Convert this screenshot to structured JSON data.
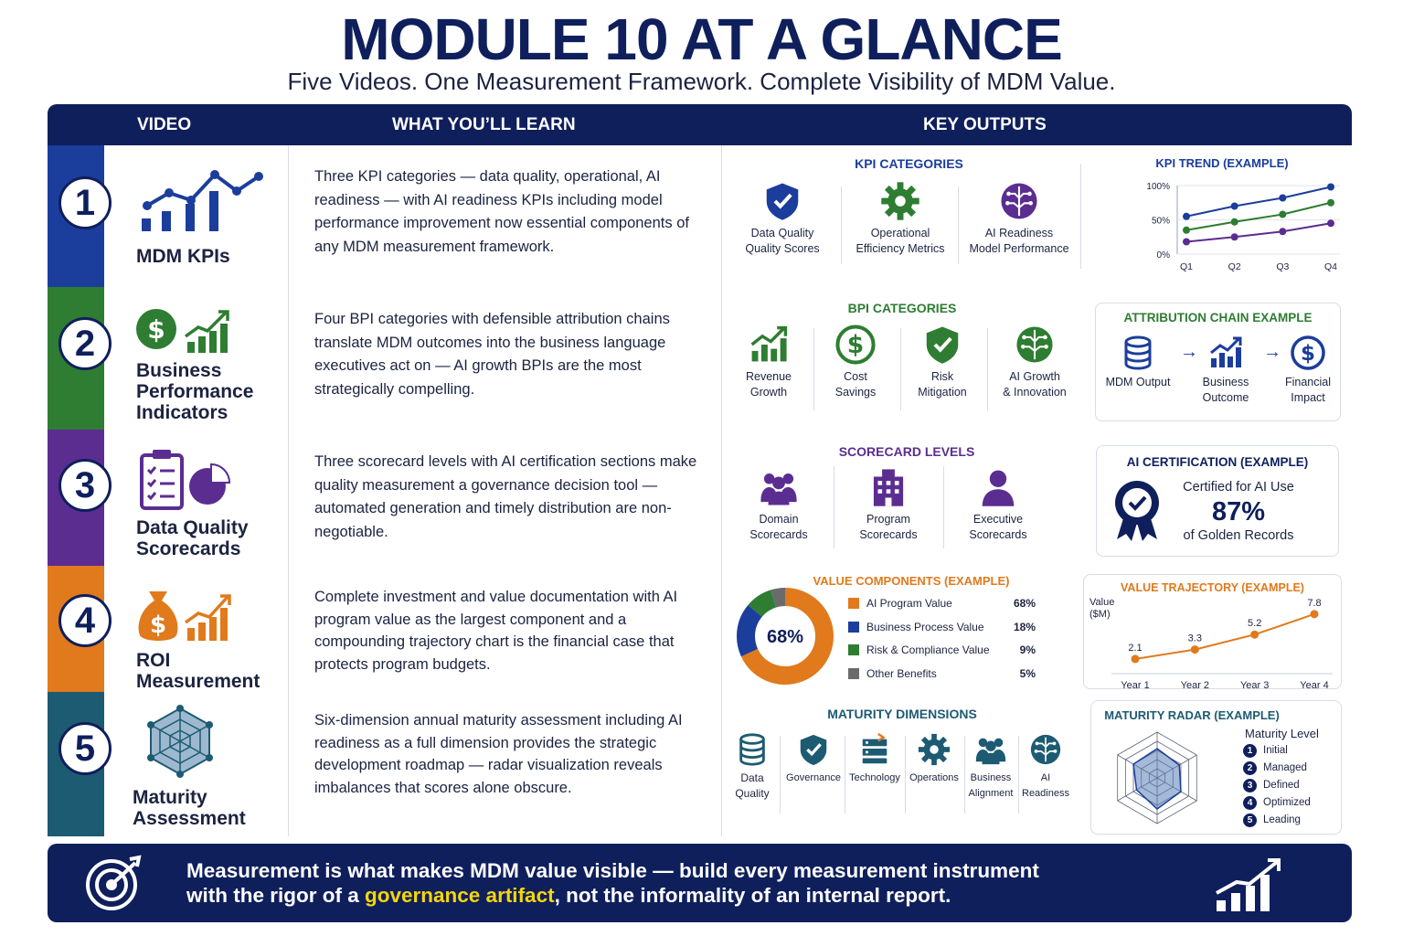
{
  "title": "MODULE 10 AT A GLANCE",
  "subtitle": "Five Videos. One Measurement Framework. Complete Visibility of MDM Value.",
  "header": {
    "video": "VIDEO",
    "learn": "WHAT YOU’LL LEARN",
    "outputs": "KEY OUTPUTS"
  },
  "colors": {
    "navy": "#0f1f5c",
    "blue": "#1b3d9c",
    "green": "#2e7d32",
    "purple": "#5b2d91",
    "orange": "#e07a1c",
    "teal": "#1d5b73",
    "yellow": "#f5d60a"
  },
  "rows": [
    {
      "number": "1",
      "name": "MDM KPIs",
      "icon": "kpi-trend-icon",
      "color": "#1b3d9c",
      "learn": "Three KPI categories — data quality, operational, AI readiness — with AI readiness KPIs including model performance improvement now essential components of any MDM measurement framework.",
      "section_title": "KPI CATEGORIES",
      "items": [
        {
          "icon": "shield-check-icon",
          "line1": "Data Quality",
          "line2": "Quality Scores"
        },
        {
          "icon": "gear-icon",
          "line1": "Operational",
          "line2": "Efficiency Metrics"
        },
        {
          "icon": "brain-icon",
          "line1": "AI Readiness",
          "line2": "Model Performance"
        }
      ],
      "trend": {
        "title": "KPI TREND (EXAMPLE)",
        "yticks": [
          "100%",
          "50%",
          "0%"
        ],
        "xticks": [
          "Q1",
          "Q2",
          "Q3",
          "Q4"
        ]
      }
    },
    {
      "number": "2",
      "name_lines": [
        "Business",
        "Performance",
        "Indicators"
      ],
      "icon": "dollar-growth-icon",
      "color": "#2e7d32",
      "learn": "Four BPI categories with defensible attribution chains translate MDM outcomes into the business language executives act on — AI growth BPIs are the most strategically compelling.",
      "section_title": "BPI CATEGORIES",
      "items": [
        {
          "icon": "growth-chart-icon",
          "line1": "Revenue",
          "line2": "Growth"
        },
        {
          "icon": "dollar-icon",
          "line1": "Cost",
          "line2": "Savings"
        },
        {
          "icon": "shield-check-icon",
          "line1": "Risk",
          "line2": "Mitigation"
        },
        {
          "icon": "brain-icon",
          "line1": "AI Growth",
          "line2": "& Innovation"
        }
      ],
      "attribution": {
        "title": "ATTRIBUTION CHAIN EXAMPLE",
        "steps": [
          {
            "icon": "database-icon",
            "line1": "MDM Output",
            "line2": ""
          },
          {
            "icon": "growth-chart-icon",
            "line1": "Business",
            "line2": "Outcome"
          },
          {
            "icon": "dollar-icon",
            "line1": "Financial",
            "line2": "Impact"
          }
        ]
      }
    },
    {
      "number": "3",
      "name_lines": [
        "Data Quality",
        "Scorecards"
      ],
      "icon": "clipboard-pie-icon",
      "color": "#5b2d91",
      "learn": "Three scorecard levels with AI certification sections make quality measurement a governance decision tool — automated generation and timely distribution are non-negotiable.",
      "section_title": "SCORECARD LEVELS",
      "items": [
        {
          "icon": "group-icon",
          "line1": "Domain",
          "line2": "Scorecards"
        },
        {
          "icon": "building-icon",
          "line1": "Program",
          "line2": "Scorecards"
        },
        {
          "icon": "person-icon",
          "line1": "Executive",
          "line2": "Scorecards"
        }
      ],
      "certification": {
        "title": "AI CERTIFICATION (EXAMPLE)",
        "label": "Certified for AI Use",
        "value": "87%",
        "caption": "of Golden Records"
      }
    },
    {
      "number": "4",
      "name_lines": [
        "ROI",
        "Measurement"
      ],
      "icon": "money-bag-growth-icon",
      "color": "#e07a1c",
      "learn": "Complete investment and value documentation with AI program value as the largest component and a compounding trajectory chart is the financial case that protects program budgets.",
      "donut": {
        "title": "VALUE COMPONENTS (EXAMPLE)",
        "center": "68%",
        "components": [
          {
            "label": "AI Program Value",
            "value": "68%",
            "fraction": 0.68,
            "color": "#e07a1c"
          },
          {
            "label": "Business Process Value",
            "value": "18%",
            "fraction": 0.18,
            "color": "#1b3d9c"
          },
          {
            "label": "Risk & Compliance Value",
            "value": "9%",
            "fraction": 0.09,
            "color": "#2e7d32"
          },
          {
            "label": "Other Benefits",
            "value": "5%",
            "fraction": 0.05,
            "color": "#6b6b6b"
          }
        ]
      },
      "trajectory": {
        "title": "VALUE TRAJECTORY (EXAMPLE)",
        "ylabel": "Value\n($M)"
      }
    },
    {
      "number": "5",
      "name_lines": [
        "Maturity",
        "Assessment"
      ],
      "icon": "radar-icon",
      "color": "#1d5b73",
      "learn": "Six-dimension annual maturity assessment including AI readiness as a full dimension provides the strategic development roadmap — radar visualization reveals imbalances that scores alone obscure.",
      "section_title": "MATURITY DIMENSIONS",
      "items": [
        {
          "icon": "database-icon",
          "line1": "Data",
          "line2": "Quality"
        },
        {
          "icon": "shield-check-icon",
          "line1": "Governance",
          "line2": ""
        },
        {
          "icon": "server-icon",
          "line1": "Technology",
          "line2": ""
        },
        {
          "icon": "gear-icon",
          "line1": "Operations",
          "line2": ""
        },
        {
          "icon": "people-icon",
          "line1": "Business",
          "line2": "Alignment"
        },
        {
          "icon": "brain-icon",
          "line1": "AI",
          "line2": "Readiness"
        }
      ],
      "radar": {
        "title": "MATURITY RADAR (EXAMPLE)",
        "legend_title": "Maturity Level",
        "levels": [
          {
            "n": "1",
            "label": "Initial"
          },
          {
            "n": "2",
            "label": "Managed"
          },
          {
            "n": "3",
            "label": "Defined"
          },
          {
            "n": "4",
            "label": "Optimized"
          },
          {
            "n": "5",
            "label": "Leading"
          }
        ]
      }
    }
  ],
  "chart_data": [
    {
      "type": "line",
      "title": "KPI TREND (EXAMPLE)",
      "categories": [
        "Q1",
        "Q2",
        "Q3",
        "Q4"
      ],
      "ylim": [
        0,
        100
      ],
      "series": [
        {
          "values": [
            55,
            70,
            82,
            98
          ],
          "color": "#1b3d9c"
        },
        {
          "values": [
            35,
            47,
            58,
            75
          ],
          "color": "#2e7d32"
        },
        {
          "values": [
            18,
            25,
            33,
            45
          ],
          "color": "#5b2d91"
        }
      ]
    },
    {
      "type": "line",
      "title": "VALUE TRAJECTORY (EXAMPLE)",
      "ylabel": "Value ($M)",
      "categories": [
        "Year 1",
        "Year 2",
        "Year 3",
        "Year 4"
      ],
      "values": [
        2.1,
        3.3,
        5.2,
        7.8
      ],
      "labels": [
        "2.1",
        "3.3",
        "5.2",
        "7.8"
      ],
      "ylim": [
        0,
        9
      ],
      "color": "#e07a1c"
    },
    {
      "type": "pie",
      "title": "VALUE COMPONENTS (EXAMPLE)",
      "categories": [
        "AI Program Value",
        "Business Process Value",
        "Risk & Compliance Value",
        "Other Benefits"
      ],
      "values": [
        68,
        18,
        9,
        5
      ]
    },
    {
      "type": "radar",
      "title": "MATURITY RADAR (EXAMPLE)",
      "axes": 6,
      "values": [
        3.2,
        2.8,
        3.0,
        3.4,
        2.6,
        3.0
      ],
      "rmax": 5
    }
  ],
  "footer": {
    "line1": "Measurement is what makes MDM value visible — build every measurement instrument",
    "line2_pre": "with the rigor of a ",
    "line2_hl": "governance artifact",
    "line2_post": ", not the informality of an internal report."
  }
}
